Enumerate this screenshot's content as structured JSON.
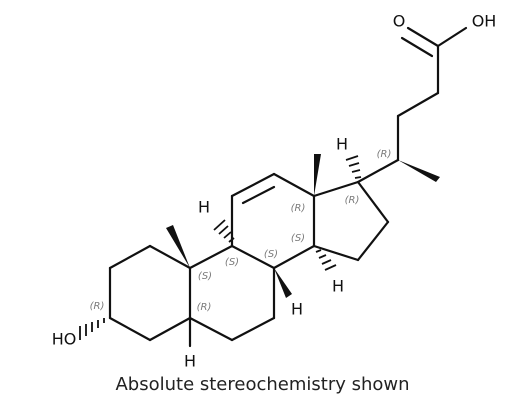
{
  "caption": "Absolute stereochemistry shown",
  "atom_labels": {
    "oh_acid": "OH",
    "o_carbonyl": "O",
    "ho_ring": "HO",
    "h_c17": "H",
    "h_c9": "H",
    "h_c8": "H",
    "h_c14": "H",
    "h_c5": "H"
  },
  "stereo_labels": {
    "c20": "(R)",
    "c13": "(R)",
    "c17": "(R)",
    "c14": "(S)",
    "c8": "(S)",
    "c9": "(S)",
    "c10": "(S)",
    "c5": "(R)",
    "c3": "(R)"
  }
}
